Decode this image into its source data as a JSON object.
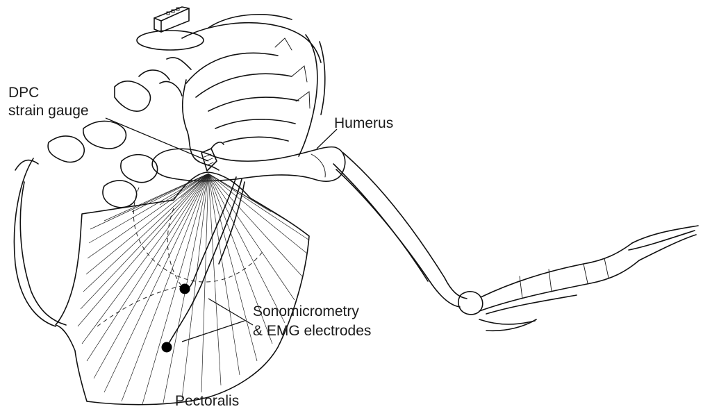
{
  "labels": {
    "dpc_line1": "DPC",
    "dpc_line2": "strain gauge",
    "humerus": "Humerus",
    "sono_line1": "Sonomicrometry",
    "sono_line2": "& EMG electrodes",
    "pectoralis": "Pectoralis"
  },
  "colors": {
    "ink": "#111111",
    "background": "#ffffff"
  }
}
